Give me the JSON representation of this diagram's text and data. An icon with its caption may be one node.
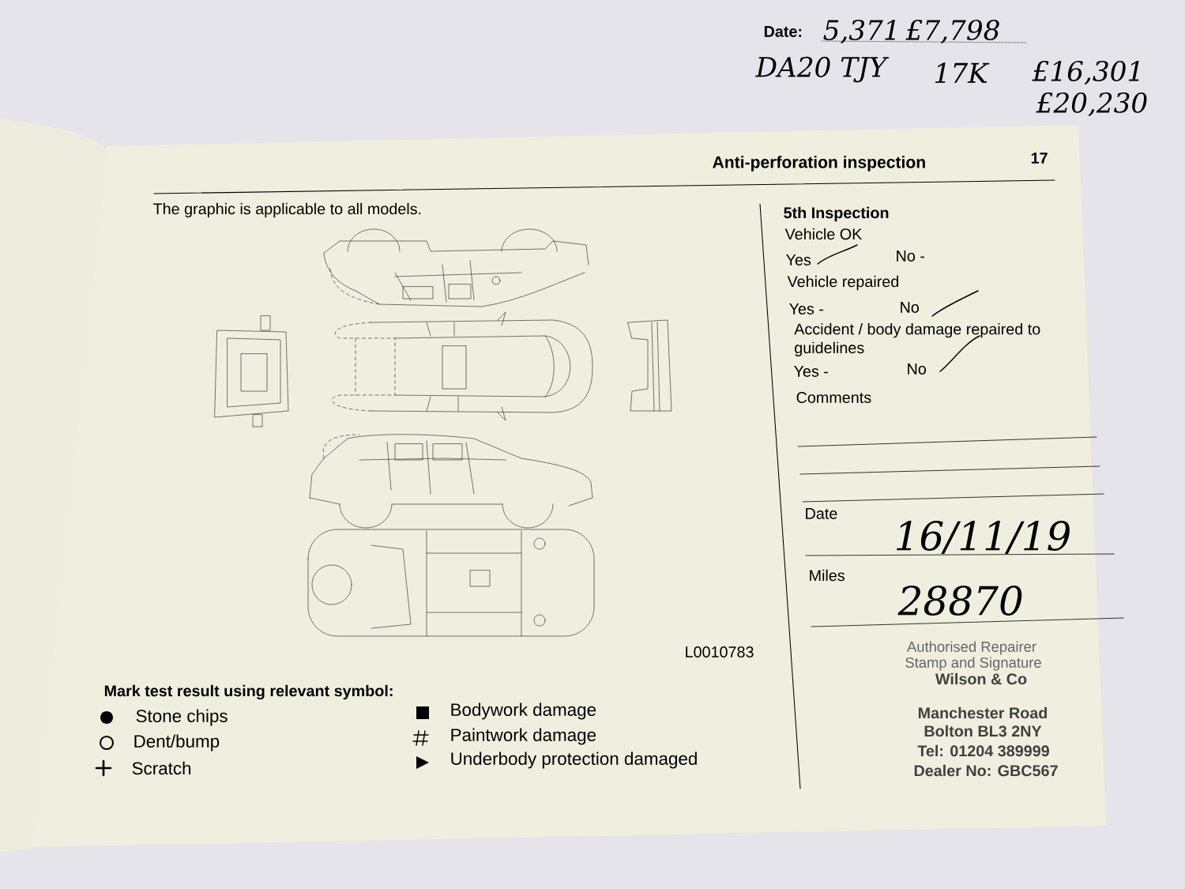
{
  "diagram": {
    "title": "Anti-perforation inspection",
    "labels": [
      "Date:",
      "5,371",
      "£7,798",
      "DA20 TJY",
      "17K",
      "£16,301",
      "£20,230",
      "17",
      "The graphic is applicable to all models.",
      "5th Inspection",
      "Vehicle OK",
      "Yes",
      "No -",
      "Vehicle repaired",
      "Yes -",
      "No",
      "Accident / body damage repaired to guidelines",
      "Yes -",
      "No",
      "Comments",
      "Date",
      "16/11/19",
      "Miles",
      "28870",
      "L0010783",
      "Authorised Repairer",
      "Stamp and Signature",
      "Wilson & Co",
      "Manchester Road",
      "Bolton BL3 2NY",
      "Tel: 01204 389999",
      "Dealer No: GBC567",
      "Mark test result using relevant symbol:"
    ],
    "legend": [
      {
        "text": "Stone chips"
      },
      {
        "text": "Dent/bump"
      },
      {
        "text": "Scratch"
      },
      {
        "text": "Bodywork damage"
      },
      {
        "text": "Paintwork damage"
      },
      {
        "text": "Underbody protection damaged"
      }
    ]
  }
}
